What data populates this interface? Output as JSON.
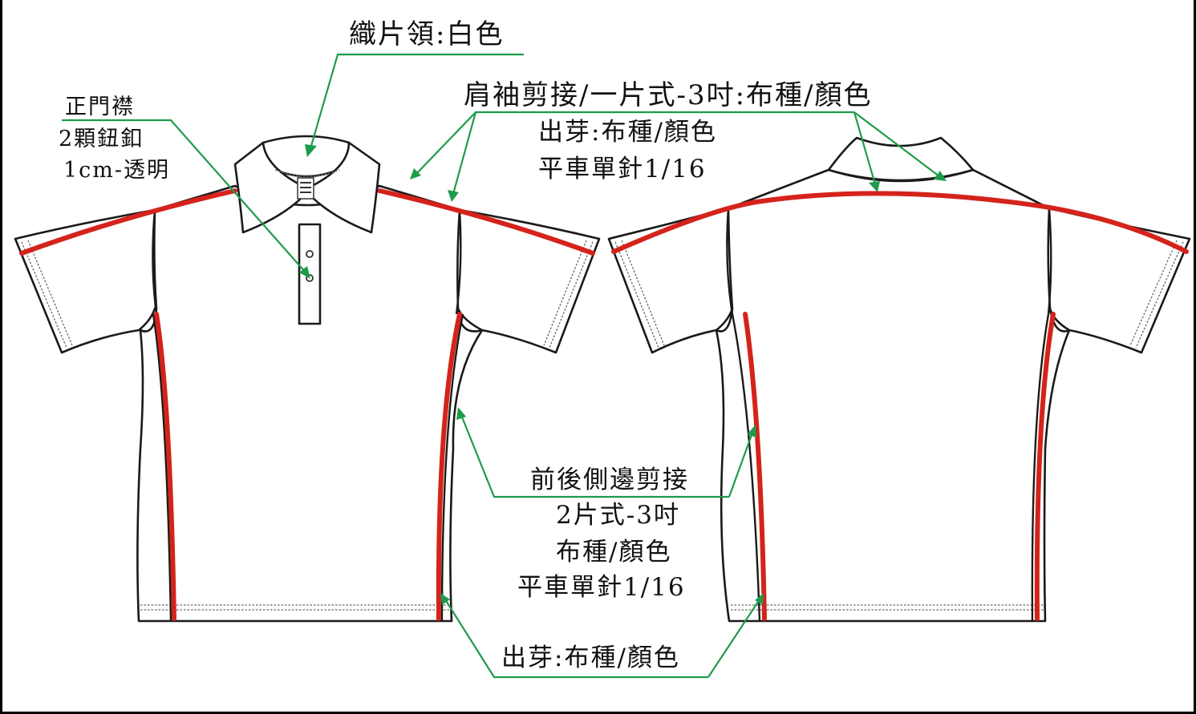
{
  "labels": {
    "collar": "織片領:白色",
    "placket_1": "正門襟",
    "placket_2": "2顆鈕釦",
    "placket_3": "1cm-透明",
    "shoulder_1": "肩袖剪接/一片式-3吋:布種/顏色",
    "shoulder_2": "出芽:布種/顏色",
    "shoulder_3": "平車單針1/16",
    "side_1": "前後側邊剪接",
    "side_2": "2片式-3吋",
    "side_3": "布種/顏色",
    "side_4": "平車單針1/16",
    "piping": "出芽:布種/顏色"
  },
  "colors": {
    "outline": "#1a1a1a",
    "piping_red": "#d4231b",
    "leader_green": "#1e9b4a",
    "background": "#ffffff"
  }
}
